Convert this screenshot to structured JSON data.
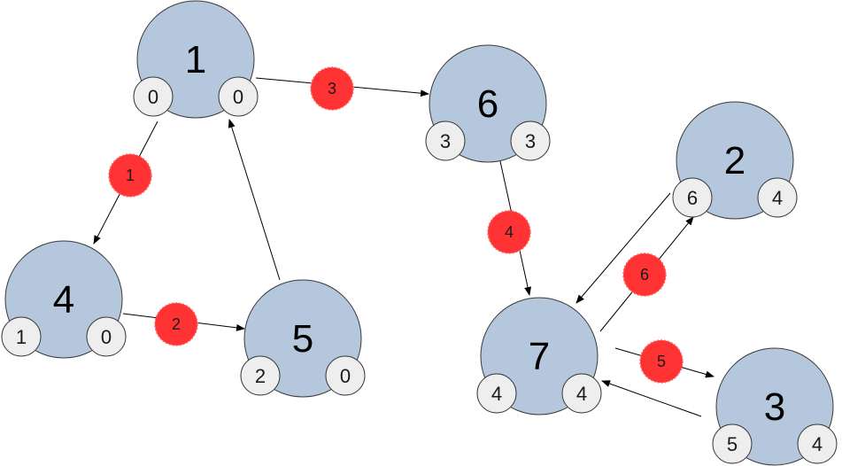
{
  "colors": {
    "node_fill": "#b4c7dc",
    "node_stroke": "#3a3a3a",
    "badge_fill": "#eeeeee",
    "badge_stroke": "#3a3a3a",
    "step_fill": "#ff3333",
    "edge_color": "#000000"
  },
  "nodes": [
    {
      "id": "1",
      "label": "1",
      "left_value": "0",
      "right_value": "0"
    },
    {
      "id": "4",
      "label": "4",
      "left_value": "1",
      "right_value": "0"
    },
    {
      "id": "5",
      "label": "5",
      "left_value": "2",
      "right_value": "0"
    },
    {
      "id": "6",
      "label": "6",
      "left_value": "3",
      "right_value": "3"
    },
    {
      "id": "7",
      "label": "7",
      "left_value": "4",
      "right_value": "4"
    },
    {
      "id": "2",
      "label": "2",
      "left_value": "6",
      "right_value": "4"
    },
    {
      "id": "3",
      "label": "3",
      "left_value": "5",
      "right_value": "4"
    }
  ],
  "edges": [
    {
      "from": "1",
      "to": "4",
      "step": "1"
    },
    {
      "from": "4",
      "to": "5",
      "step": "2"
    },
    {
      "from": "5",
      "to": "1",
      "step": ""
    },
    {
      "from": "1",
      "to": "6",
      "step": "3"
    },
    {
      "from": "6",
      "to": "7",
      "step": "4"
    },
    {
      "from": "7",
      "to": "3",
      "step": "5"
    },
    {
      "from": "3",
      "to": "7",
      "step": ""
    },
    {
      "from": "7",
      "to": "2",
      "step": "6"
    },
    {
      "from": "2",
      "to": "7",
      "step": ""
    }
  ]
}
